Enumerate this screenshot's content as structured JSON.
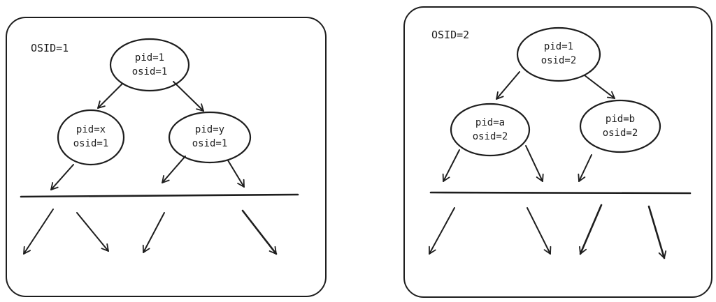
{
  "panels": [
    {
      "title": "OSID=1",
      "root": {
        "line1": "pid=1",
        "line2": "osid=1"
      },
      "left": {
        "line1": "pid=x",
        "line2": "osid=1"
      },
      "right": {
        "line1": "pid=y",
        "line2": "osid=1"
      }
    },
    {
      "title": "OSID=2",
      "root": {
        "line1": "pid=1",
        "line2": "osid=2"
      },
      "left": {
        "line1": "pid=a",
        "line2": "osid=2"
      },
      "right": {
        "line1": "pid=b",
        "line2": "osid=2"
      }
    }
  ],
  "colors": {
    "stroke": "#1e1e1e",
    "background": "#ffffff"
  }
}
